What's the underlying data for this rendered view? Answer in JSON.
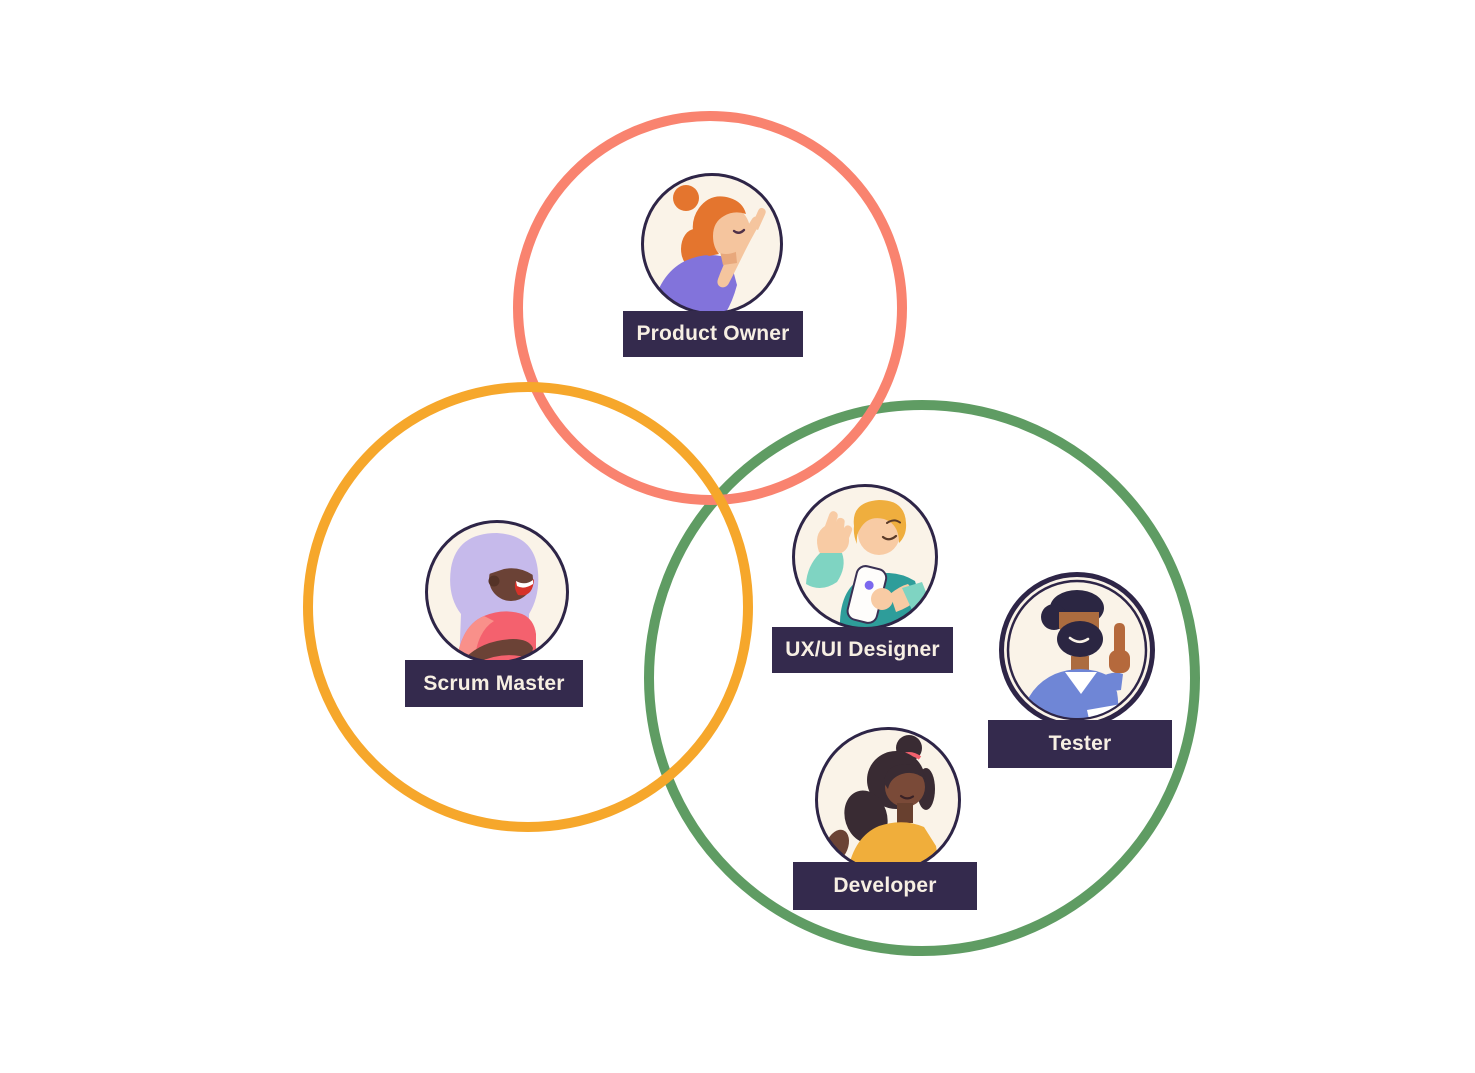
{
  "diagram": {
    "name": "scrum-team-roles-venn",
    "background": "#FFFFFF",
    "rings": {
      "product_owner": {
        "color": "#F9836F"
      },
      "scrum_master": {
        "color": "#F6A72B"
      },
      "development_team": {
        "color": "#5F9C63"
      }
    },
    "label_style": {
      "background": "#342A4D",
      "text_color": "#F7EFE3"
    },
    "avatar_style": {
      "background": "#FAF3E8",
      "border": "#2E2547"
    },
    "roles": [
      {
        "label": "Product Owner",
        "avatar": "product-owner-avatar"
      },
      {
        "label": "Scrum Master",
        "avatar": "scrum-master-avatar"
      },
      {
        "label": "UX/UI Designer",
        "avatar": "ux-ui-designer-avatar"
      },
      {
        "label": "Tester",
        "avatar": "tester-avatar"
      },
      {
        "label": "Developer",
        "avatar": "developer-avatar"
      }
    ]
  }
}
